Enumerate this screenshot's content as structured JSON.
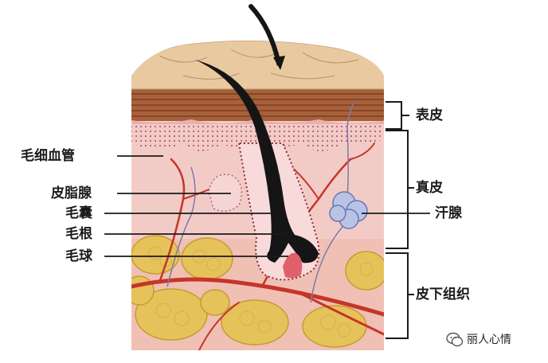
{
  "labels": {
    "capillary": "毛细血管",
    "sebaceous_gland": "皮脂腺",
    "hair_follicle": "毛囊",
    "hair_root": "毛根",
    "hair_bulb": "毛球",
    "epidermis": "表皮",
    "dermis": "真皮",
    "sweat_gland": "汗腺",
    "subcutaneous": "皮下组织"
  },
  "watermark": {
    "text": "丽人心情",
    "icon": "wechat-bubble-icon"
  },
  "colors": {
    "surface": "#e8c9a0",
    "epidermis_band": "#a0522d",
    "dermis": "#f2c9c4",
    "fat": "#e6c35a",
    "hair": "#1a1a1a",
    "vessel": "#c8342a",
    "sweat_gland": "#b9c3e6"
  }
}
